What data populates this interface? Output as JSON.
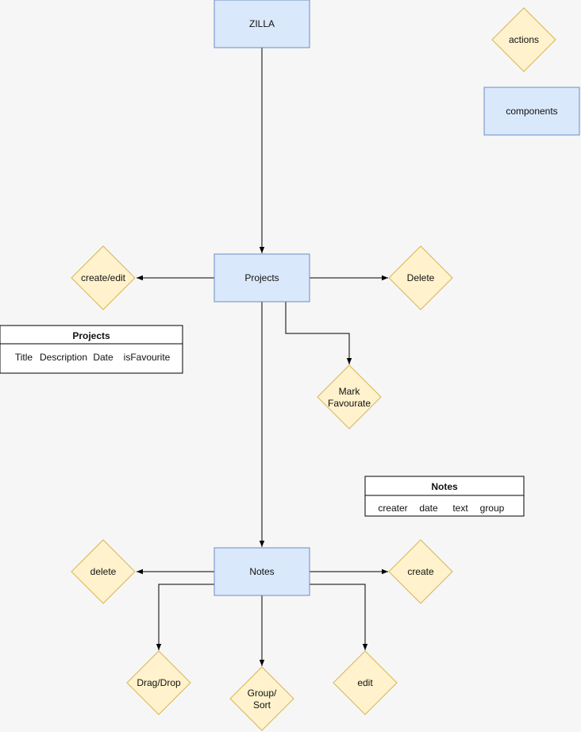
{
  "nodes": {
    "zilla": "ZILLA",
    "projects": "Projects",
    "notes": "Notes"
  },
  "actions": {
    "create_edit": "create/edit",
    "delete_project": "Delete",
    "mark_favourite_line1": "Mark",
    "mark_favourite_line2": "Favourate",
    "delete_note": "delete",
    "create_note": "create",
    "drag_drop": "Drag/Drop",
    "group_sort_line1": "Group/",
    "group_sort_line2": "Sort",
    "edit_note": "edit"
  },
  "legend": {
    "actions": "actions",
    "components": "components"
  },
  "tables": {
    "projects": {
      "title": "Projects",
      "fields": [
        "Title",
        "Description",
        "Date",
        "isFavourite"
      ]
    },
    "notes": {
      "title": "Notes",
      "fields": [
        "creater",
        "date",
        "text",
        "group"
      ]
    }
  },
  "colors": {
    "component_fill": "#dae8fc",
    "component_stroke": "#6c8ebf",
    "action_fill": "#fff2cc",
    "action_stroke": "#d6b656",
    "edge": "#000000",
    "background": "#f6f6f6"
  }
}
